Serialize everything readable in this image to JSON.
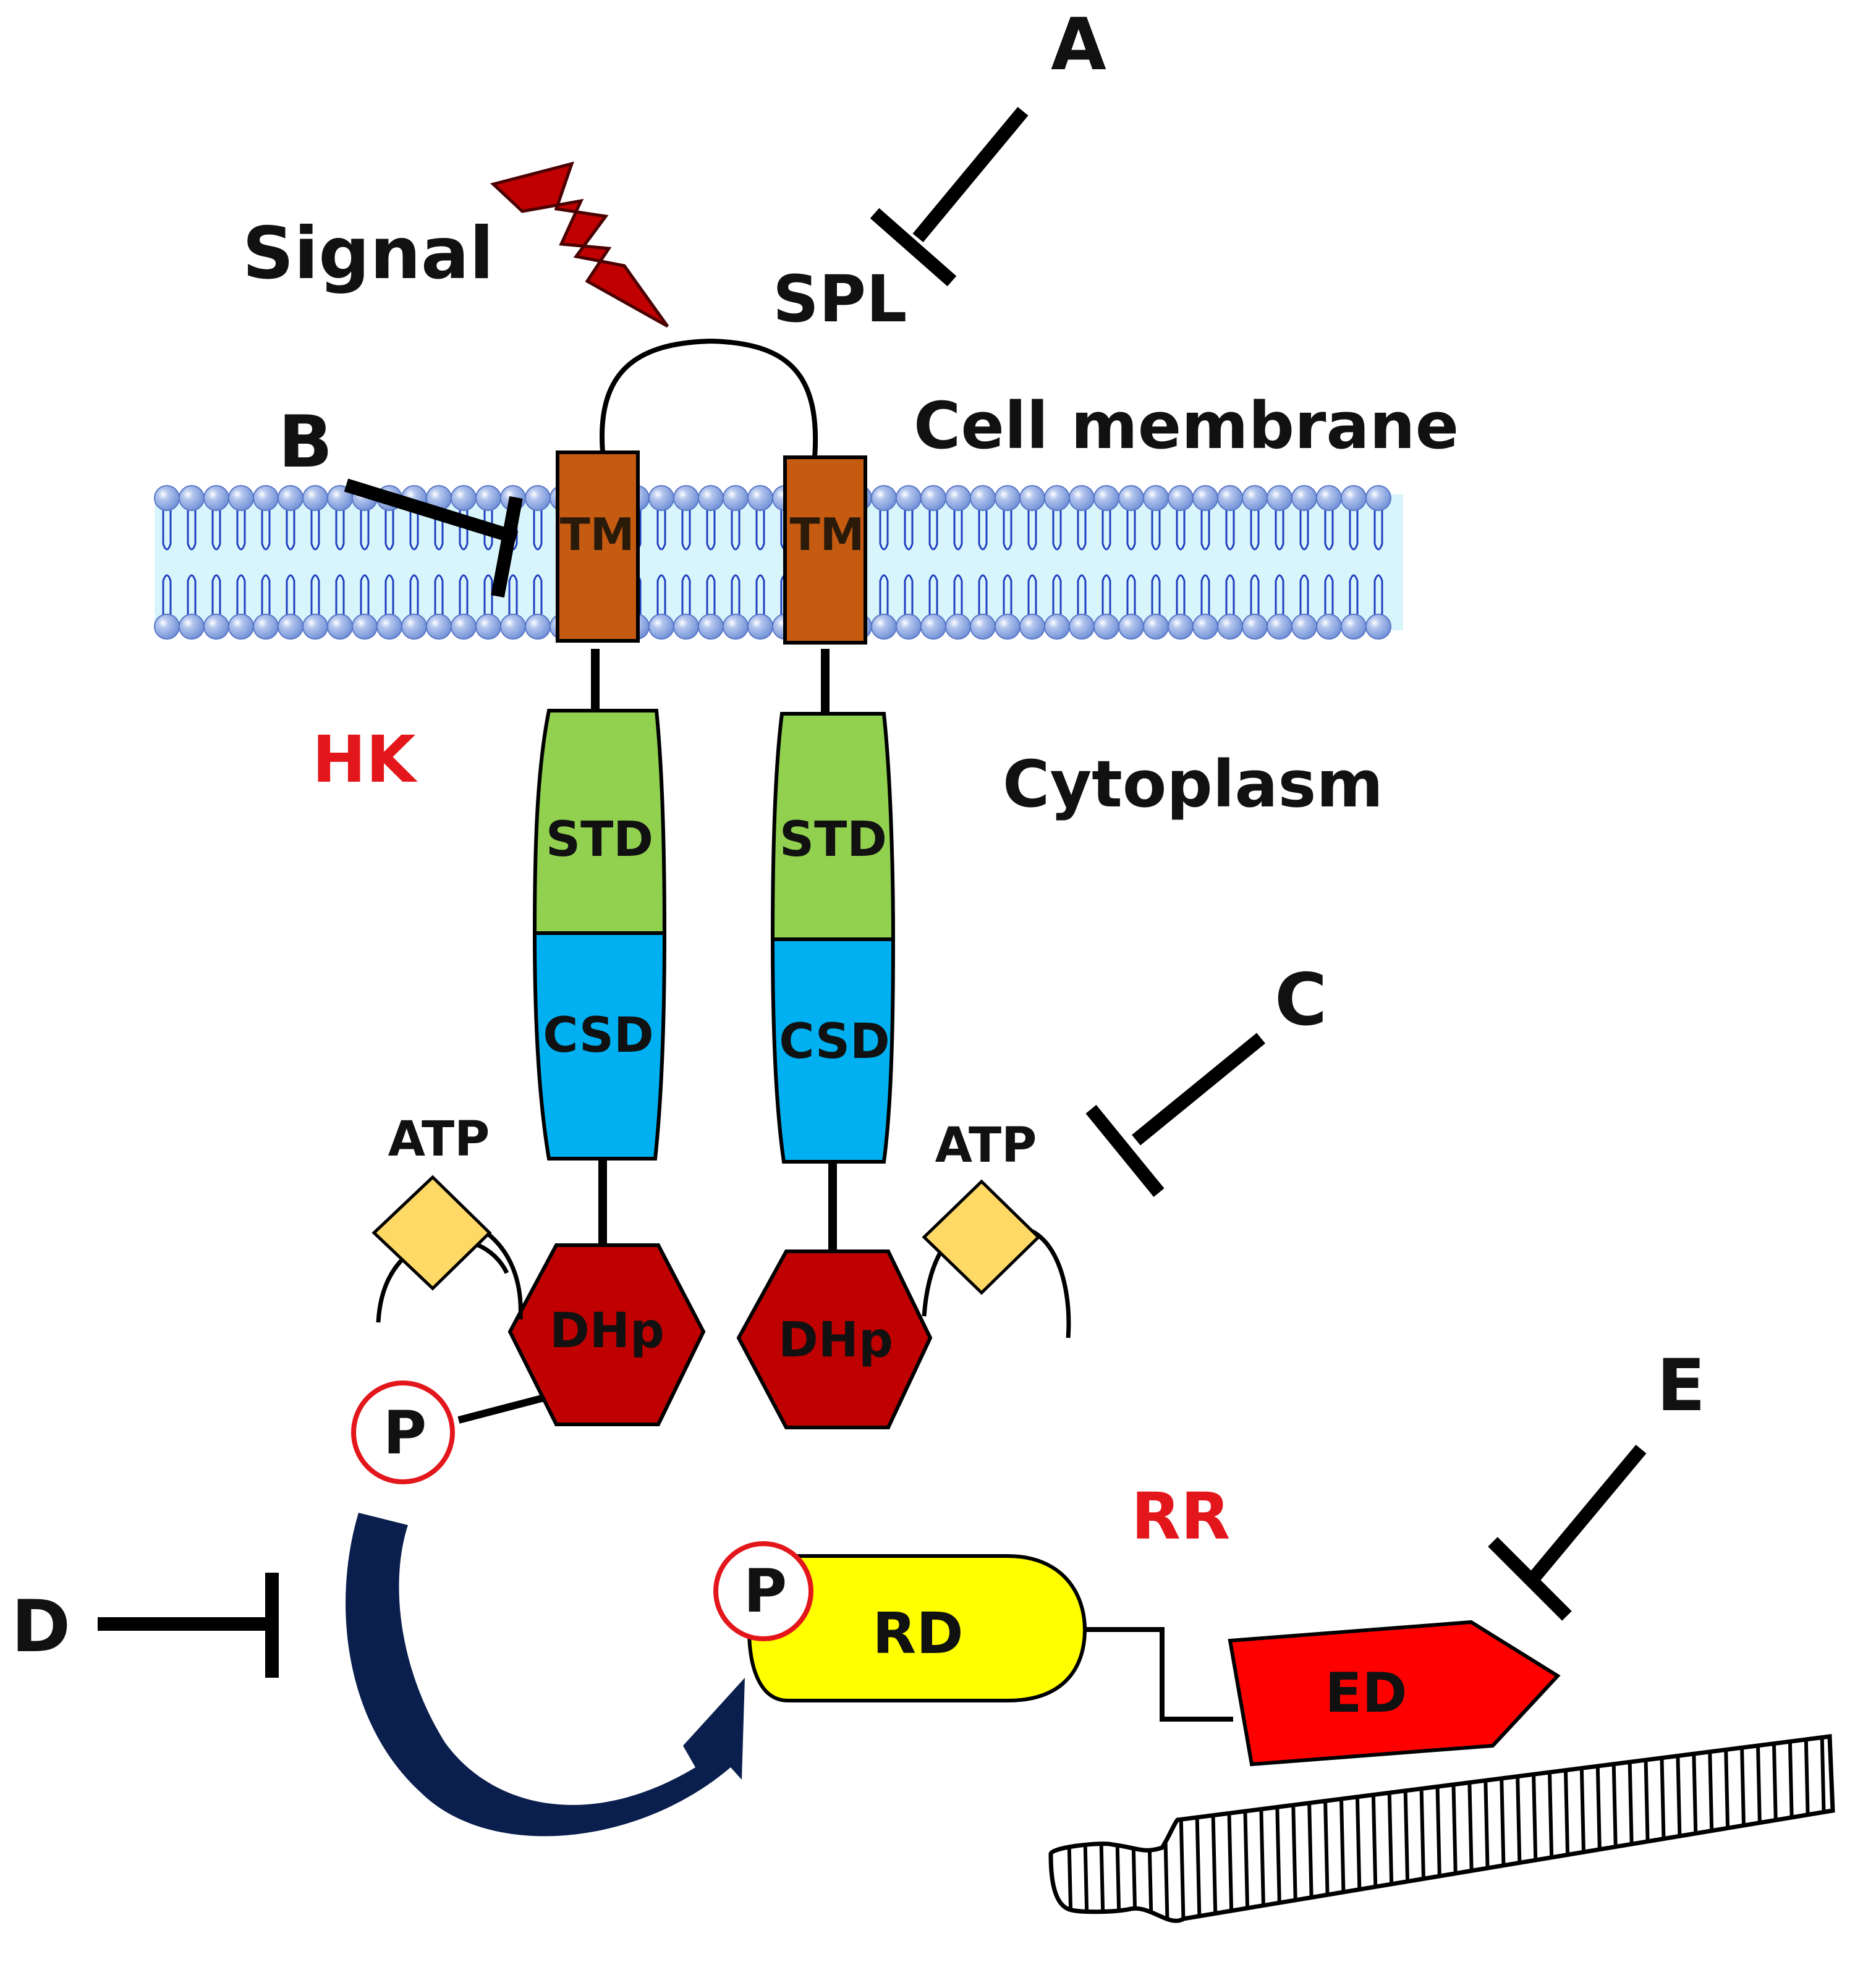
{
  "labels": {
    "signal": "Signal",
    "spl": "SPL",
    "cell_membrane": "Cell membrane",
    "cytoplasm": "Cytoplasm",
    "hk": "HK",
    "rr": "RR"
  },
  "letters": {
    "a": "A",
    "b": "B",
    "c": "C",
    "d": "D",
    "e": "E"
  },
  "domains": {
    "tm": "TM",
    "std": "STD",
    "csd": "CSD",
    "atp": "ATP",
    "dhp": "DHp",
    "p": "P",
    "rd": "RD",
    "ed": "ED"
  },
  "colors": {
    "tm": "#c55a11",
    "std": "#92d050",
    "csd": "#00b0f0",
    "dhp": "#c00000",
    "atp": "#ffd966",
    "rd": "#ffff00",
    "ed": "#ff0000",
    "arrow": "#0a1f4d",
    "membrane_fill": "#d9f5fc",
    "phospholipid_head": "#8ea9db",
    "hk_rr_label": "#e3161b"
  }
}
